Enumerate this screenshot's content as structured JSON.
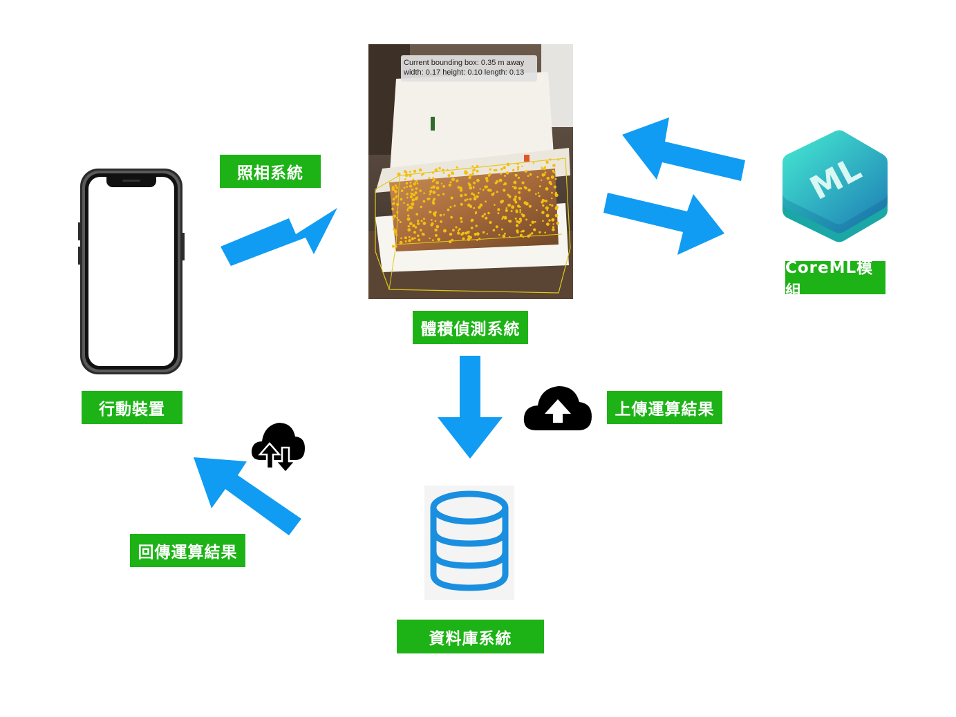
{
  "labels": {
    "mobile": "行動裝置",
    "camera": "照相系統",
    "volume": "體積偵測系統",
    "coreml": "CoreML模組",
    "upload": "上傳運算結果",
    "database": "資料庫系統",
    "return": "回傳運算結果"
  },
  "photo_overlay": {
    "line1": "Current bounding box: 0.35 m away",
    "line2": "width: 0.17 height: 0.10 length: 0.13"
  },
  "coreml_logo_text": "ML",
  "colors": {
    "label_bg": "#1db317",
    "arrow": "#109cf3",
    "database": "#1a8fe0",
    "coreml_gradient": [
      "#3ee0c8",
      "#1e8fb8"
    ]
  },
  "icons": [
    "smartphone-icon",
    "cloud-upload-icon",
    "cloud-sync-icon",
    "database-icon",
    "coreml-icon"
  ]
}
